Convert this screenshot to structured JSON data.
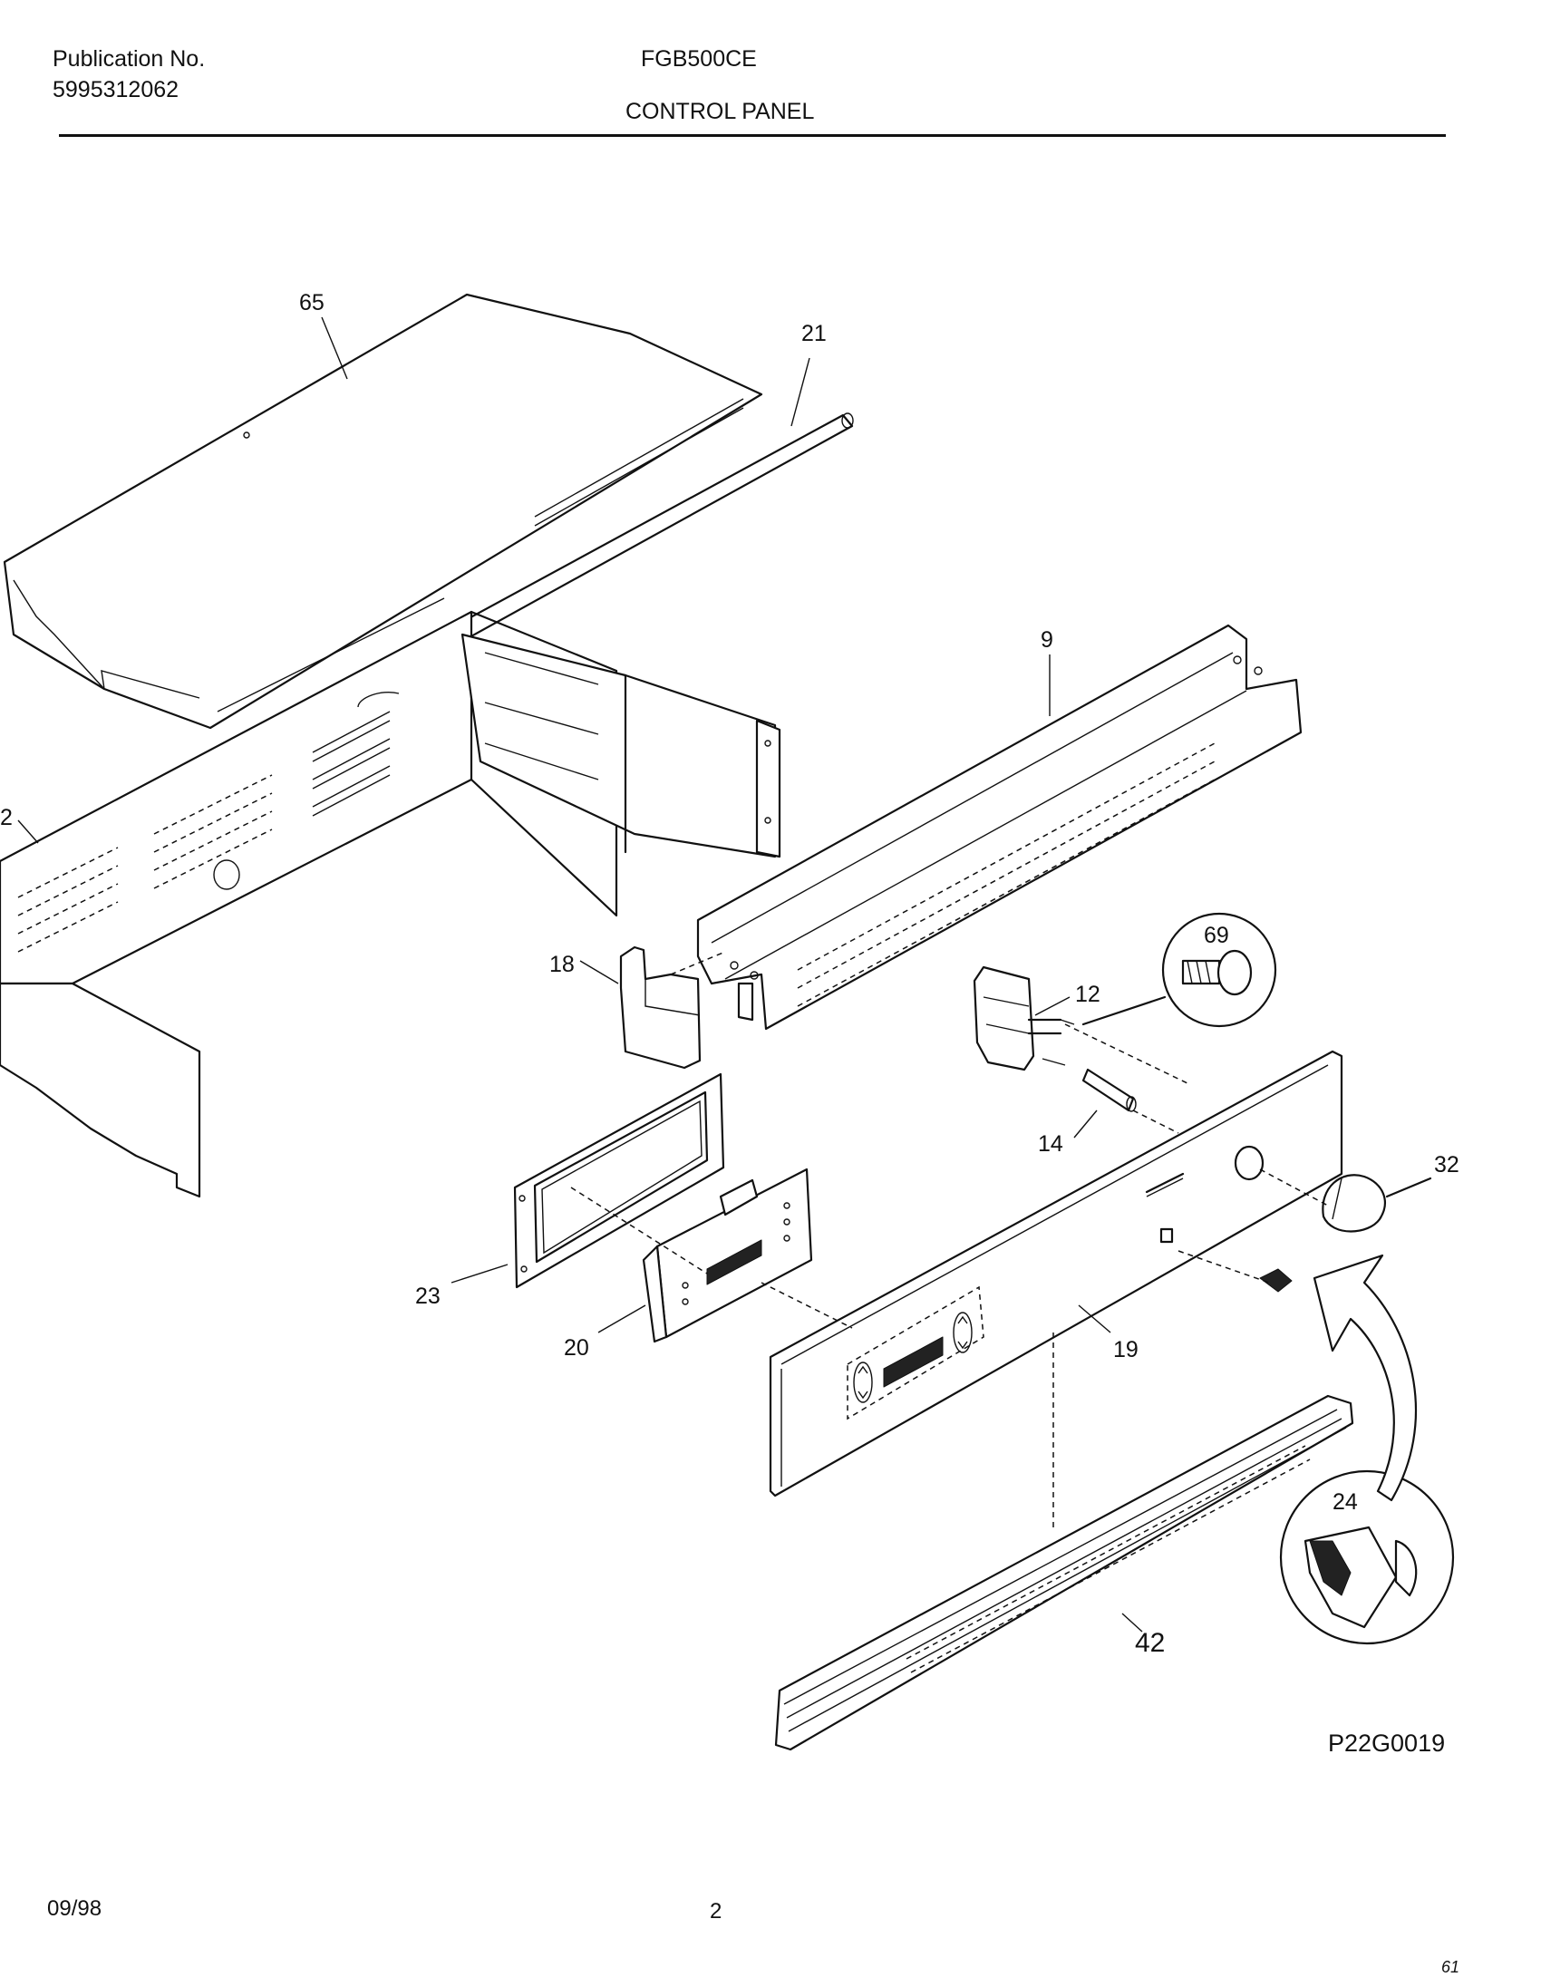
{
  "header": {
    "publication_label": "Publication No.",
    "publication_number": "5995312062",
    "model": "FGB500CE",
    "section_title": "CONTROL PANEL"
  },
  "diagram": {
    "figure_code": "P22G0019",
    "parts": [
      {
        "id": "65"
      },
      {
        "id": "21"
      },
      {
        "id": "2"
      },
      {
        "id": "9"
      },
      {
        "id": "18"
      },
      {
        "id": "12"
      },
      {
        "id": "69"
      },
      {
        "id": "14"
      },
      {
        "id": "32"
      },
      {
        "id": "23"
      },
      {
        "id": "20"
      },
      {
        "id": "19"
      },
      {
        "id": "24"
      },
      {
        "id": "42"
      }
    ]
  },
  "footer": {
    "date": "09/98",
    "page_number": "2",
    "corner_mark": "61"
  }
}
